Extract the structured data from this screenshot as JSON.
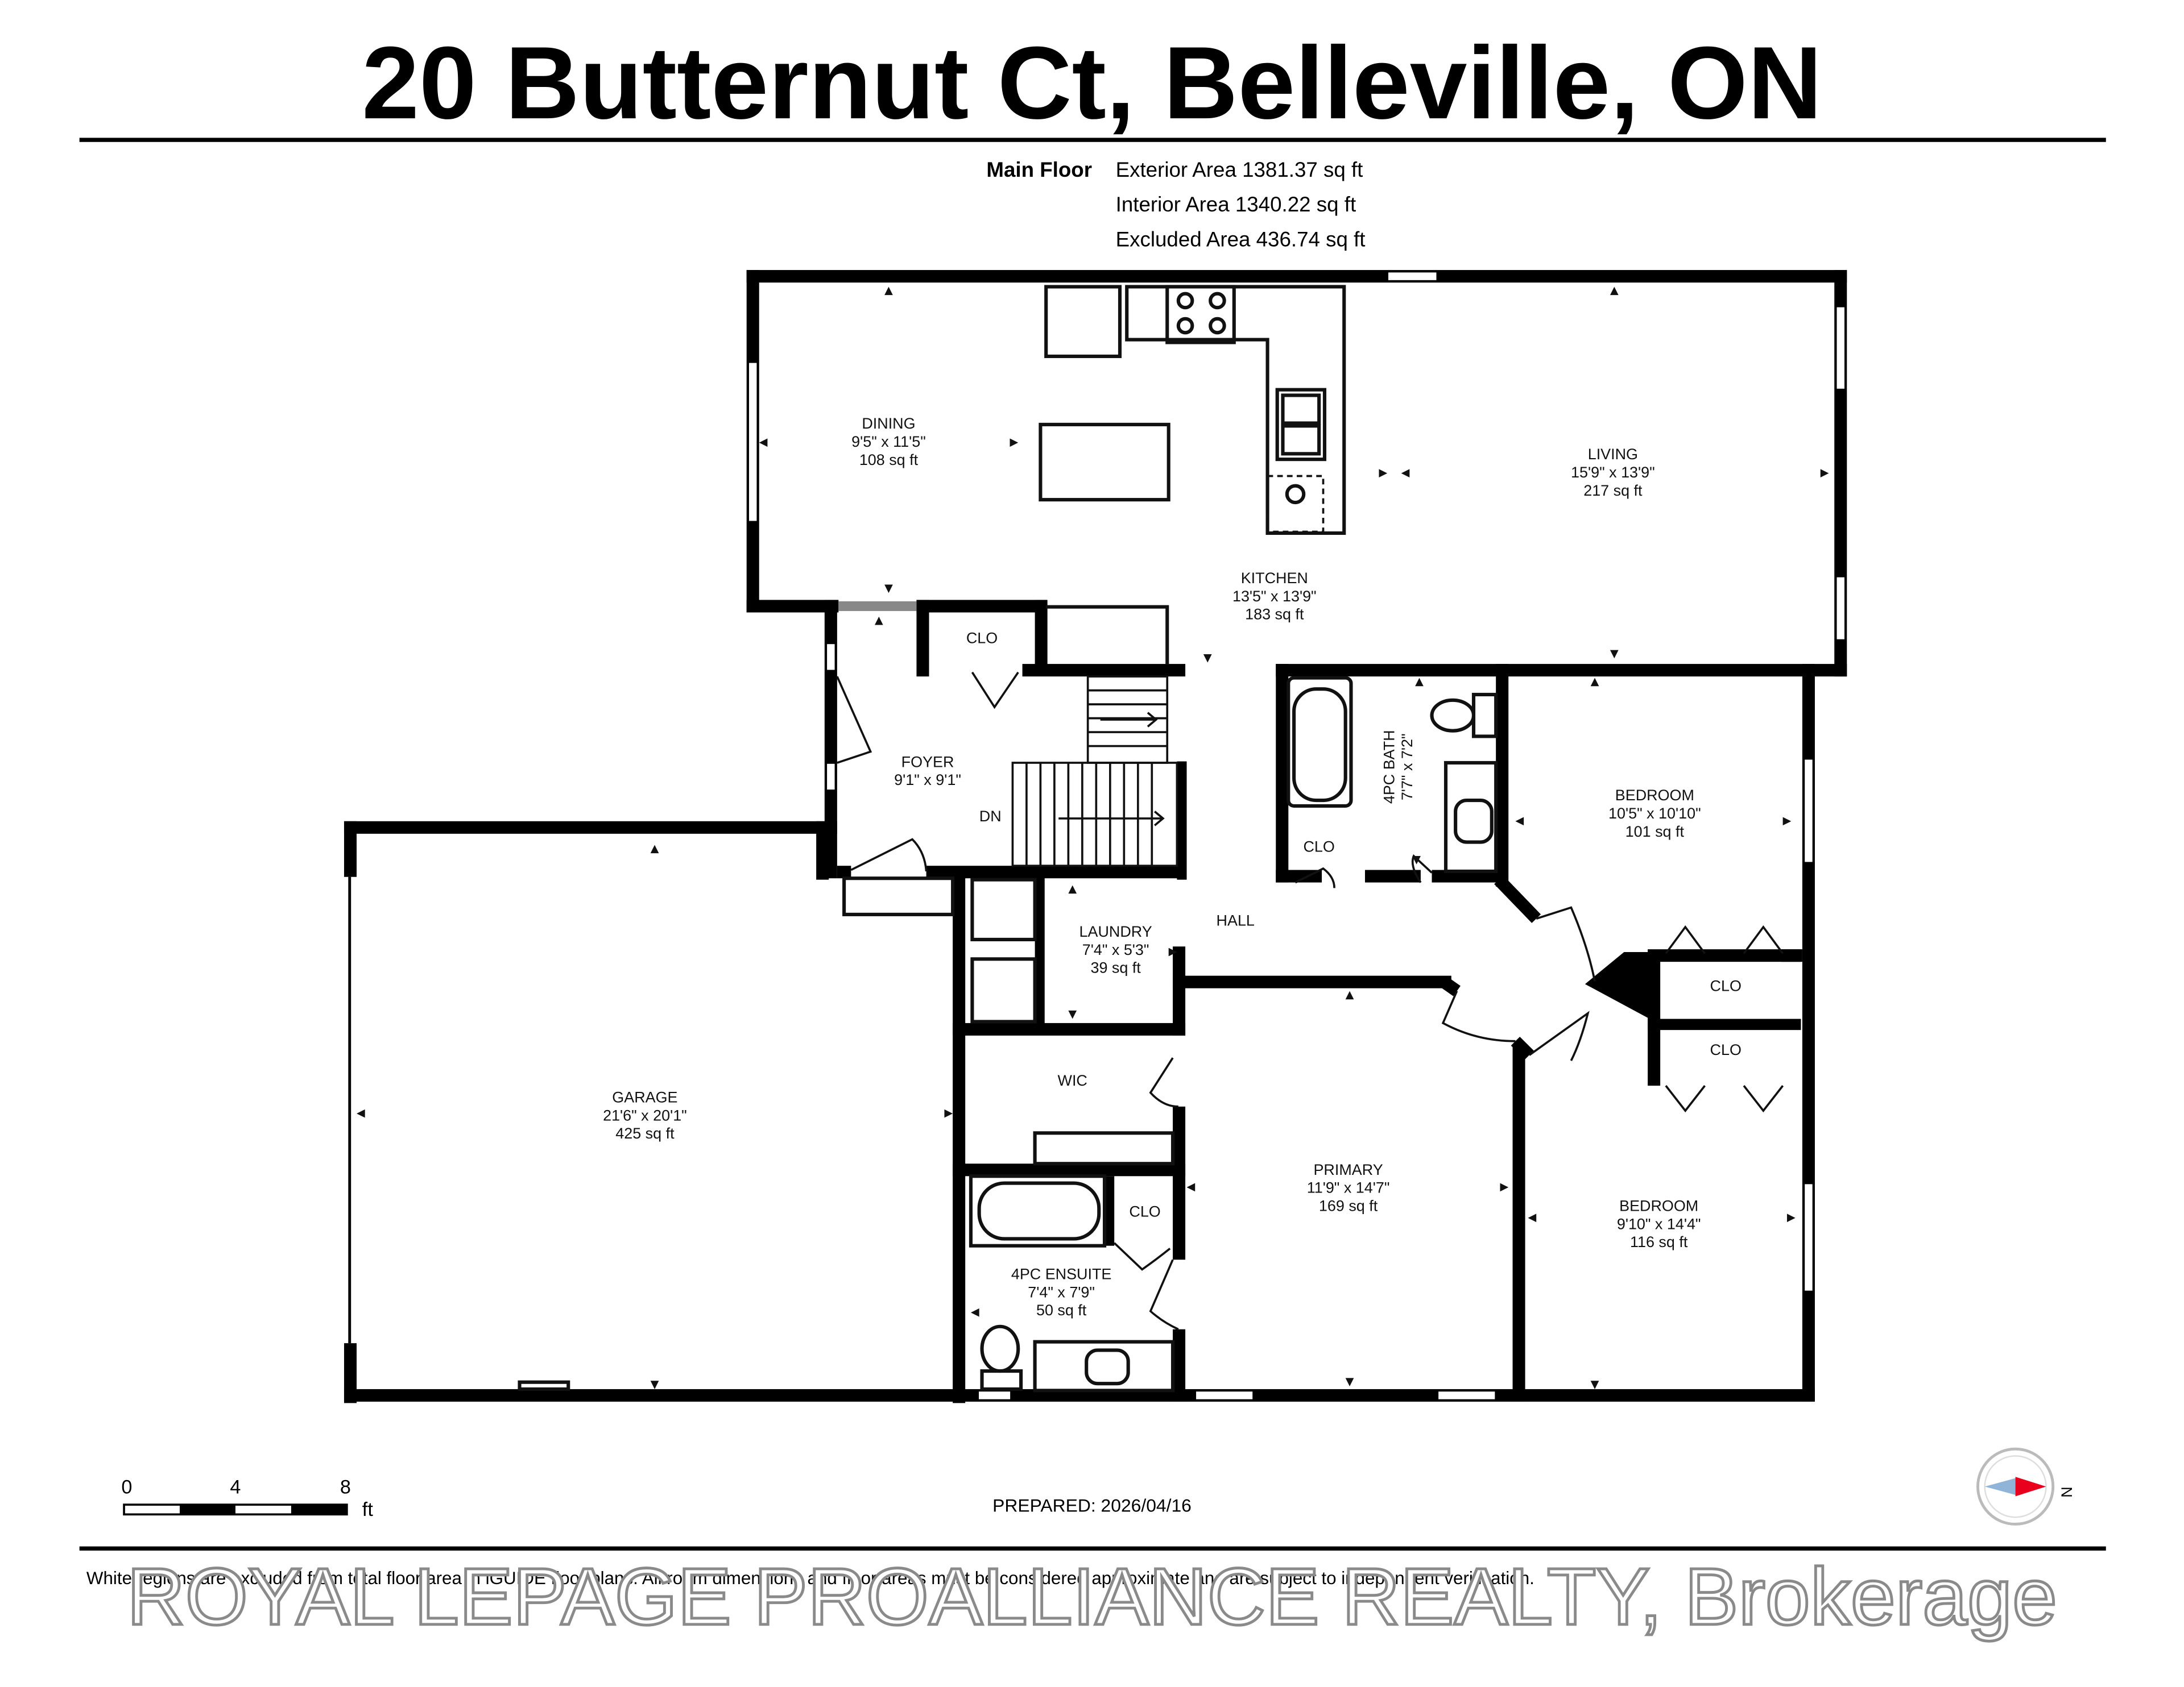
{
  "header": {
    "title": "20 Butternut Ct, Belleville, ON",
    "floor_label": "Main Floor",
    "exterior_area": "Exterior Area 1381.37 sq ft",
    "interior_area": "Interior Area 1340.22 sq ft",
    "excluded_area": "Excluded Area 436.74 sq ft"
  },
  "rooms": {
    "dining": {
      "name": "DINING",
      "dims": "9'5\" x 11'5\"",
      "area": "108 sq ft"
    },
    "kitchen": {
      "name": "KITCHEN",
      "dims": "13'5\" x 13'9\"",
      "area": "183 sq ft"
    },
    "living": {
      "name": "LIVING",
      "dims": "15'9\" x 13'9\"",
      "area": "217 sq ft"
    },
    "foyer": {
      "name": "FOYER",
      "dims": "9'1\" x 9'1\""
    },
    "bath": {
      "name": "4PC BATH",
      "dims": "7'7\" x 7'2\""
    },
    "bedroom1": {
      "name": "BEDROOM",
      "dims": "10'5\" x 10'10\"",
      "area": "101 sq ft"
    },
    "laundry": {
      "name": "LAUNDRY",
      "dims": "7'4\" x 5'3\"",
      "area": "39 sq ft"
    },
    "garage": {
      "name": "GARAGE",
      "dims": "21'6\" x 20'1\"",
      "area": "425 sq ft"
    },
    "primary": {
      "name": "PRIMARY",
      "dims": "11'9\" x 14'7\"",
      "area": "169 sq ft"
    },
    "ensuite": {
      "name": "4PC ENSUITE",
      "dims": "7'4\" x 7'9\"",
      "area": "50 sq ft"
    },
    "bedroom2": {
      "name": "BEDROOM",
      "dims": "9'10\" x 14'4\"",
      "area": "116 sq ft"
    }
  },
  "labels": {
    "clo": "CLO",
    "hall": "HALL",
    "wic": "WIC",
    "dn": "DN"
  },
  "scale": {
    "t0": "0",
    "t1": "4",
    "t2": "8",
    "unit": "ft"
  },
  "compass": {
    "direction": "N"
  },
  "prepared": "PREPARED: 2026/04/16",
  "footer": {
    "disclaimer": "White regions are excluded from total floor area in iGUIDE floor plans. All room dimensions and floor areas must be considered approximate and are subject to independent verification.",
    "brokerage": "ROYAL LEPAGE PROALLIANCE REALTY, Brokerage"
  },
  "colors": {
    "wall": "#000000",
    "window": "#ffffff",
    "compass_red": "#e8001c",
    "compass_blue": "#8fb4d8"
  }
}
